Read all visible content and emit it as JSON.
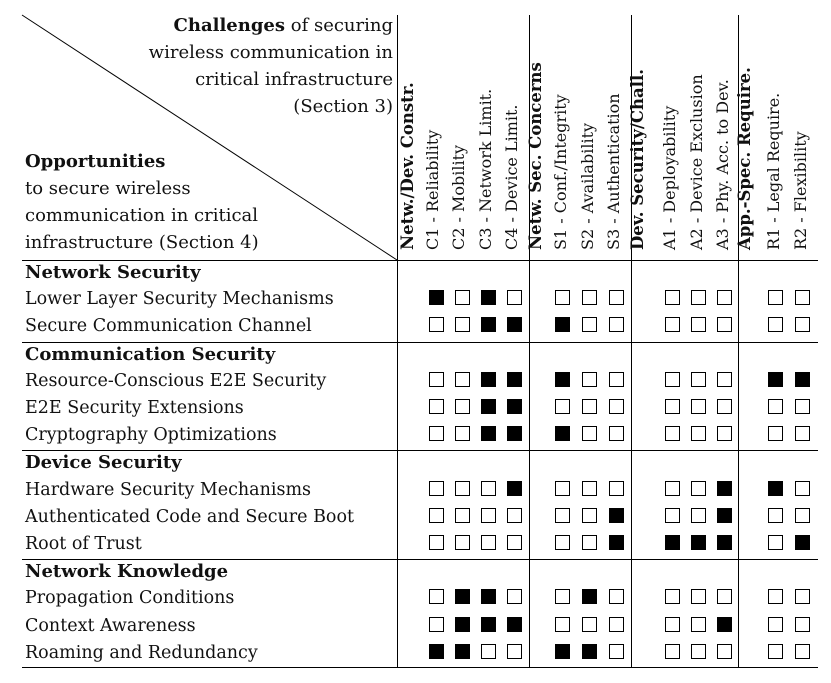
{
  "header": {
    "challenges_bold": "Challenges",
    "challenges_lines": [
      " of securing",
      "wireless communication in",
      "critical infrastructure",
      "(Section 3)"
    ],
    "opportunities_bold": "Opportunities",
    "opportunities_lines": [
      "to secure wireless",
      "communication in critical",
      "infrastructure (Section 4)"
    ]
  },
  "column_groups": [
    {
      "label": "Netw./Dev. Constr.",
      "columns": [
        "C1 - Reliability",
        "C2 - Mobility",
        "C3 - Network Limit.",
        "C4 - Device Limit."
      ]
    },
    {
      "label": "Netw. Sec. Concerns",
      "columns": [
        "S1 - Conf./Integrity",
        "S2 - Availability",
        "S3 - Authentication"
      ]
    },
    {
      "label": "Dev. Security/Chall.",
      "columns": [
        "A1 - Deployability",
        "A2 - Device Exclusion",
        "A3 - Phy. Acc. to Dev."
      ]
    },
    {
      "label": "App.-Spec. Require.",
      "columns": [
        "R1 - Legal Require.",
        "R2 - Flexibility"
      ]
    }
  ],
  "row_groups": [
    {
      "label": "Network Security",
      "rows": [
        {
          "label": "Lower Layer Security Mechanisms",
          "cells": [
            1,
            0,
            1,
            0,
            0,
            0,
            0,
            0,
            0,
            0,
            0,
            0
          ]
        },
        {
          "label": "Secure Communication Channel",
          "cells": [
            0,
            0,
            1,
            1,
            1,
            0,
            0,
            0,
            0,
            0,
            0,
            0
          ]
        }
      ]
    },
    {
      "label": "Communication Security",
      "rows": [
        {
          "label": "Resource-Conscious E2E Security",
          "cells": [
            0,
            0,
            1,
            1,
            1,
            0,
            0,
            0,
            0,
            0,
            1,
            1
          ]
        },
        {
          "label": "E2E Security Extensions",
          "cells": [
            0,
            0,
            1,
            1,
            0,
            0,
            0,
            0,
            0,
            0,
            0,
            0
          ]
        },
        {
          "label": "Cryptography Optimizations",
          "cells": [
            0,
            0,
            1,
            1,
            1,
            0,
            0,
            0,
            0,
            0,
            0,
            0
          ]
        }
      ]
    },
    {
      "label": "Device Security",
      "rows": [
        {
          "label": "Hardware Security Mechanisms",
          "cells": [
            0,
            0,
            0,
            1,
            0,
            0,
            0,
            0,
            0,
            1,
            1,
            0
          ]
        },
        {
          "label": "Authenticated Code and Secure Boot",
          "cells": [
            0,
            0,
            0,
            0,
            0,
            0,
            1,
            0,
            0,
            1,
            0,
            0
          ]
        },
        {
          "label": "Root of Trust",
          "cells": [
            0,
            0,
            0,
            0,
            0,
            0,
            1,
            1,
            1,
            1,
            0,
            1
          ]
        }
      ]
    },
    {
      "label": "Network Knowledge",
      "rows": [
        {
          "label": "Propagation Conditions",
          "cells": [
            0,
            1,
            1,
            0,
            0,
            1,
            0,
            0,
            0,
            0,
            0,
            0
          ]
        },
        {
          "label": "Context Awareness",
          "cells": [
            0,
            1,
            1,
            1,
            0,
            0,
            0,
            0,
            0,
            1,
            0,
            0
          ]
        },
        {
          "label": "Roaming and Redundancy",
          "cells": [
            1,
            1,
            0,
            0,
            1,
            1,
            0,
            0,
            0,
            0,
            0,
            0
          ]
        }
      ]
    }
  ]
}
